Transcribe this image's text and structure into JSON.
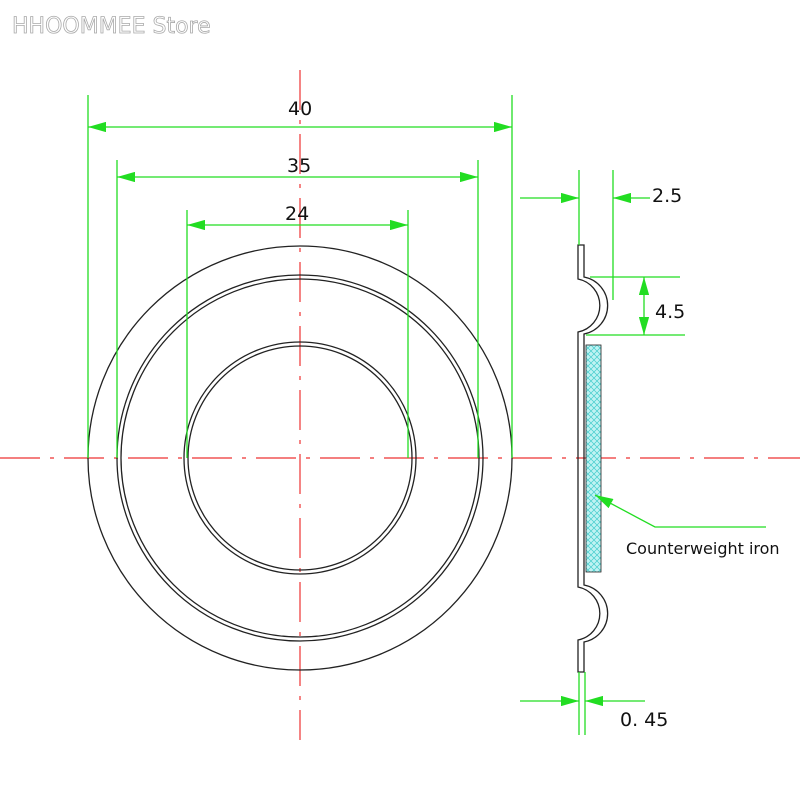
{
  "watermark": "HHOOMMEE Store",
  "dimensions": {
    "outer_diameter": "40",
    "middle_diameter": "35",
    "inner_diameter": "24",
    "bump_width": "2.5",
    "bump_height": "4.5",
    "thickness": "0. 45"
  },
  "callout": "Counterweight iron",
  "colors": {
    "dimension": "#22dd22",
    "centerline": "#ee3333",
    "part": "#222222",
    "counterweight": "#66dddd"
  }
}
